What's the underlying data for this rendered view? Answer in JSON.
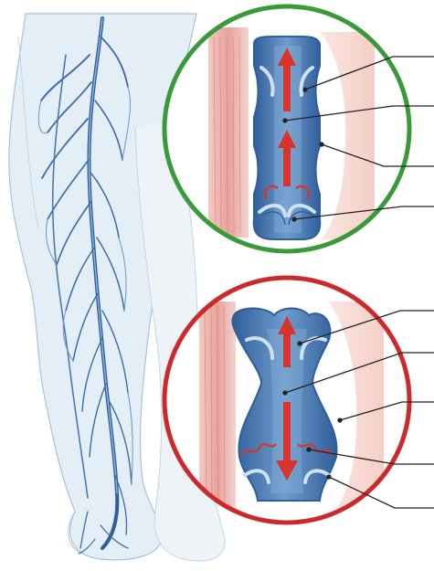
{
  "colors": {
    "background": "#ffffff",
    "leg_fill": "#e4eef6",
    "leg_outline": "#a9c2d8",
    "vein_dark": "#2f5f9a",
    "vein_light": "#5f8fc6",
    "healthy_ring": "#3a9a3a",
    "diseased_ring": "#cc2a2a",
    "vein_wall_fill": "#3f6fa8",
    "vein_lumen_fill": "#7ea6cf",
    "muscle_red": "#e9a9a4",
    "muscle_pink": "#f6d9d3",
    "arrow_red": "#d8342c",
    "leader_line": "#222222"
  },
  "panels": [
    {
      "name": "healthy-vein-detail",
      "ring_color": "healthy_ring",
      "callout_count": 4
    },
    {
      "name": "varicose-vein-detail",
      "ring_color": "diseased_ring",
      "callout_count": 5
    }
  ],
  "icons": {
    "flow_arrow": "arrow-up-icon",
    "reflux_arrow": "arrow-down-icon",
    "turbulence": "swirl-icon"
  }
}
